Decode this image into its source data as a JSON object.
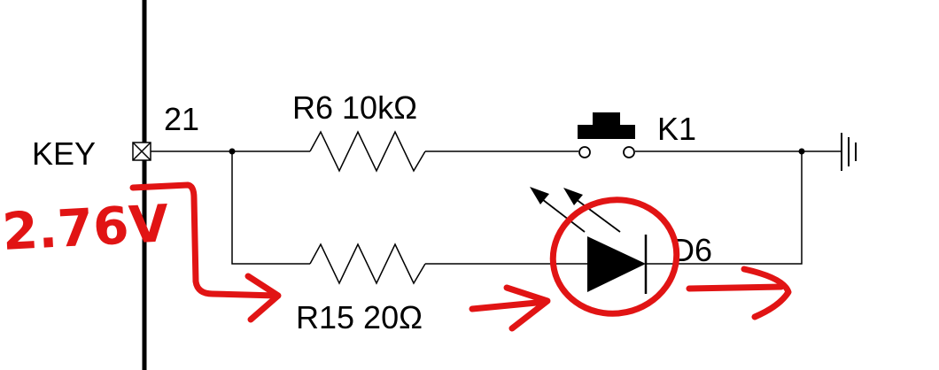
{
  "schematic": {
    "connector_label": "KEY",
    "pin_number": "21",
    "ground_symbol": "ground-icon",
    "components": {
      "r6": {
        "ref": "R6",
        "value": "10kΩ",
        "label": "R6 10kΩ"
      },
      "k1": {
        "ref": "K1",
        "label": "K1"
      },
      "r15": {
        "ref": "R15",
        "value": "20Ω",
        "label": "R15 20Ω"
      },
      "d6": {
        "ref": "D6",
        "label": "D6",
        "type": "LED"
      }
    }
  },
  "annotations": {
    "voltage_note": "2.76V",
    "highlight": "d6",
    "color": "#e11414"
  },
  "colors": {
    "wire": "#000000",
    "annotation": "#e11414",
    "background": "#ffffff"
  }
}
